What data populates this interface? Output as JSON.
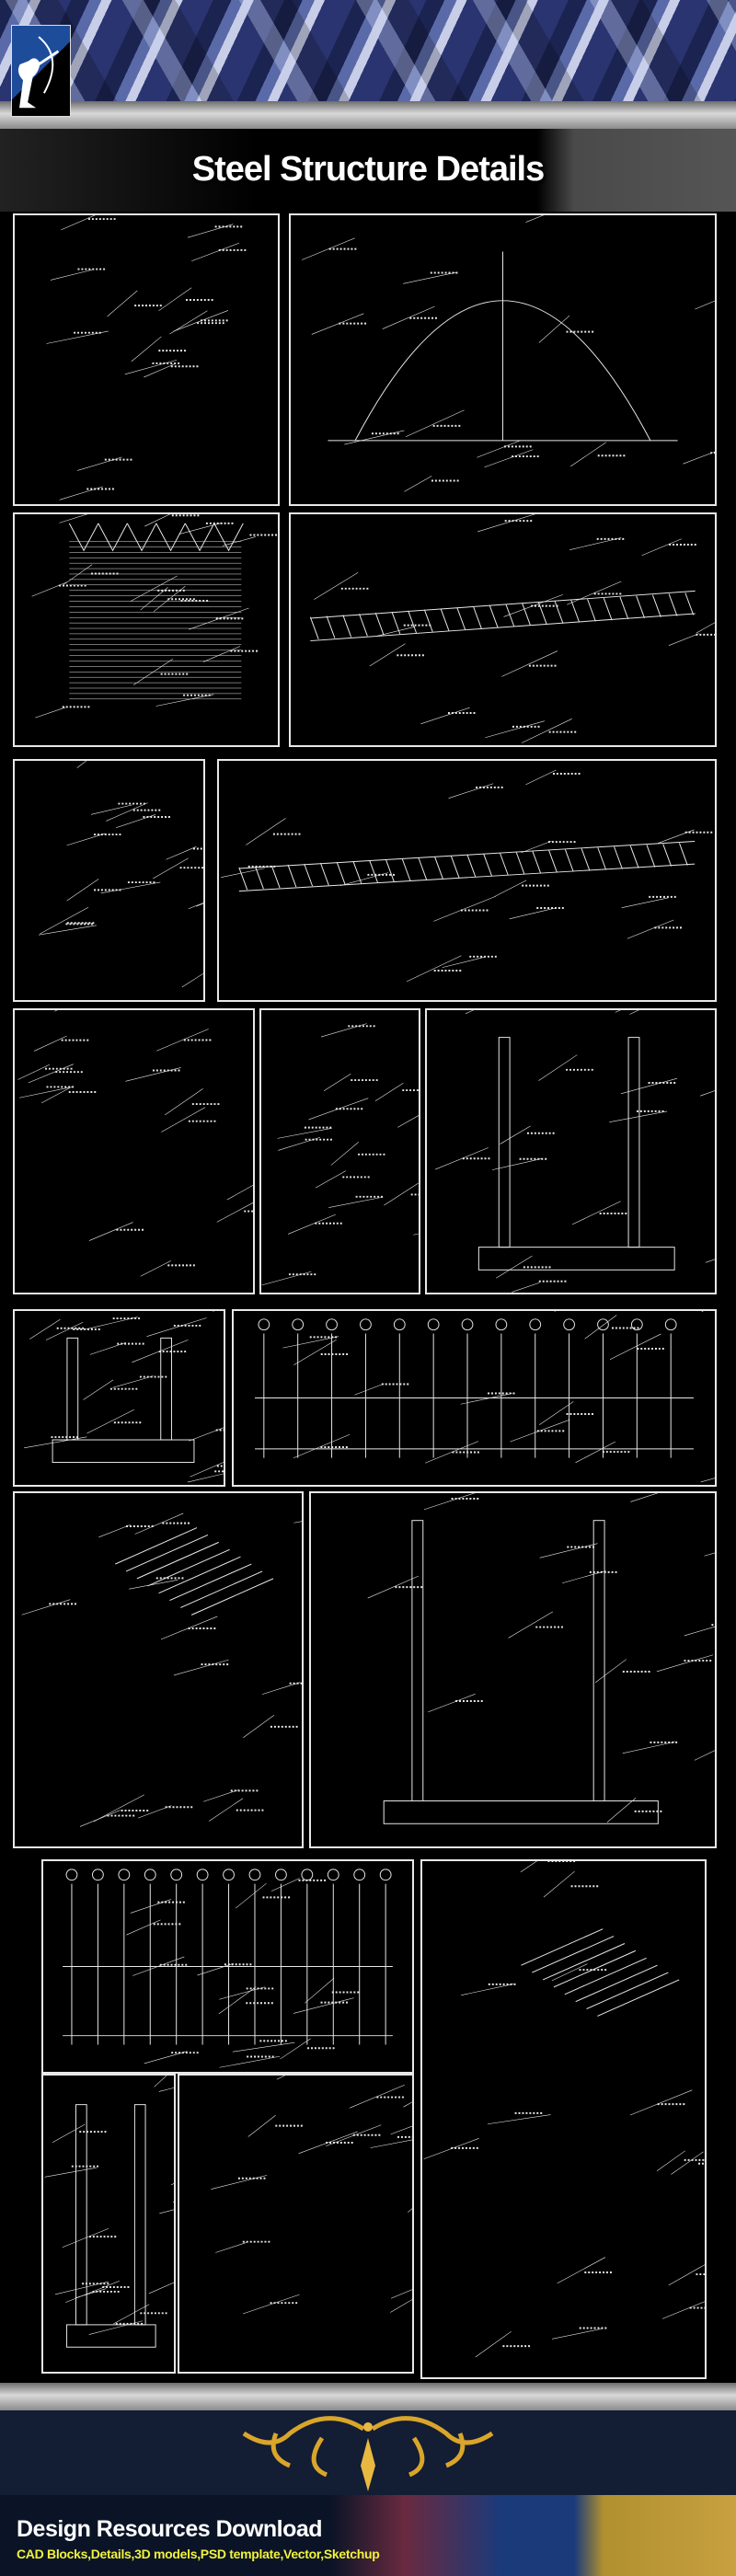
{
  "header": {
    "title": "Steel Structure Details"
  },
  "footer": {
    "brand": "Design Resources Download",
    "tagline": "CAD Blocks,Details,3D models,PSD template,Vector,Sketchup"
  },
  "colors": {
    "line": "#e8e8e8",
    "accent": "#f2f23a",
    "gold": "#d9a52a"
  }
}
